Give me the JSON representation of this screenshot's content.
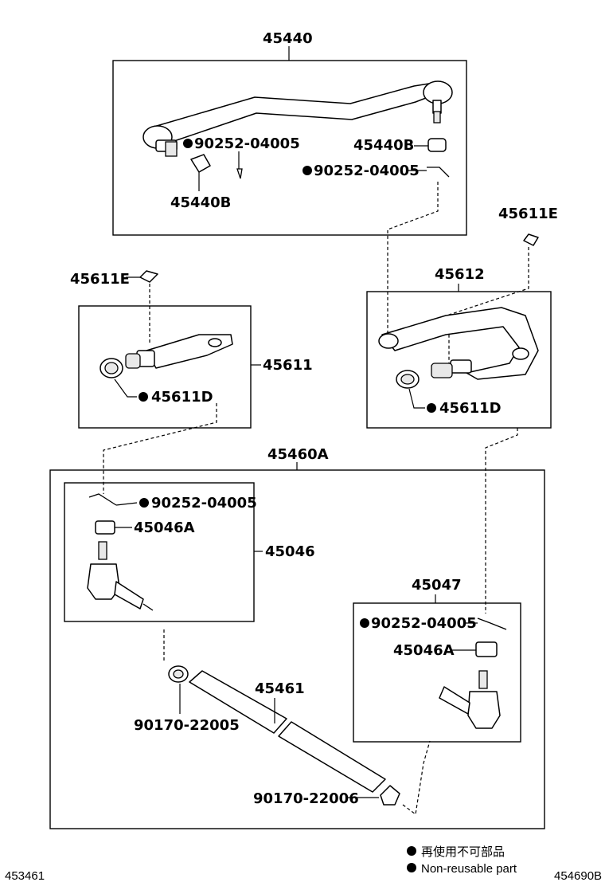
{
  "groups": {
    "drag_link": "45440",
    "idler_arm": "45611",
    "pitman_arm": "45612",
    "tie_rod_assy": "45460A",
    "tie_rod_end_left": "45046",
    "tie_rod_end_right": "45047",
    "tie_rod_tube": "45461"
  },
  "parts": {
    "cotter_pin": "90252-04005",
    "dust_cover": "45440B",
    "grease_cap": "45611E",
    "dust_seal": "45611D",
    "castle_nut": "45046A",
    "nut_left": "90170-22005",
    "nut_right": "90170-22006"
  },
  "legend": {
    "text_jp": "再使用不可部品",
    "text_en": "Non-reusable part"
  },
  "footer": {
    "left_code": "453461",
    "right_code": "454690B"
  }
}
